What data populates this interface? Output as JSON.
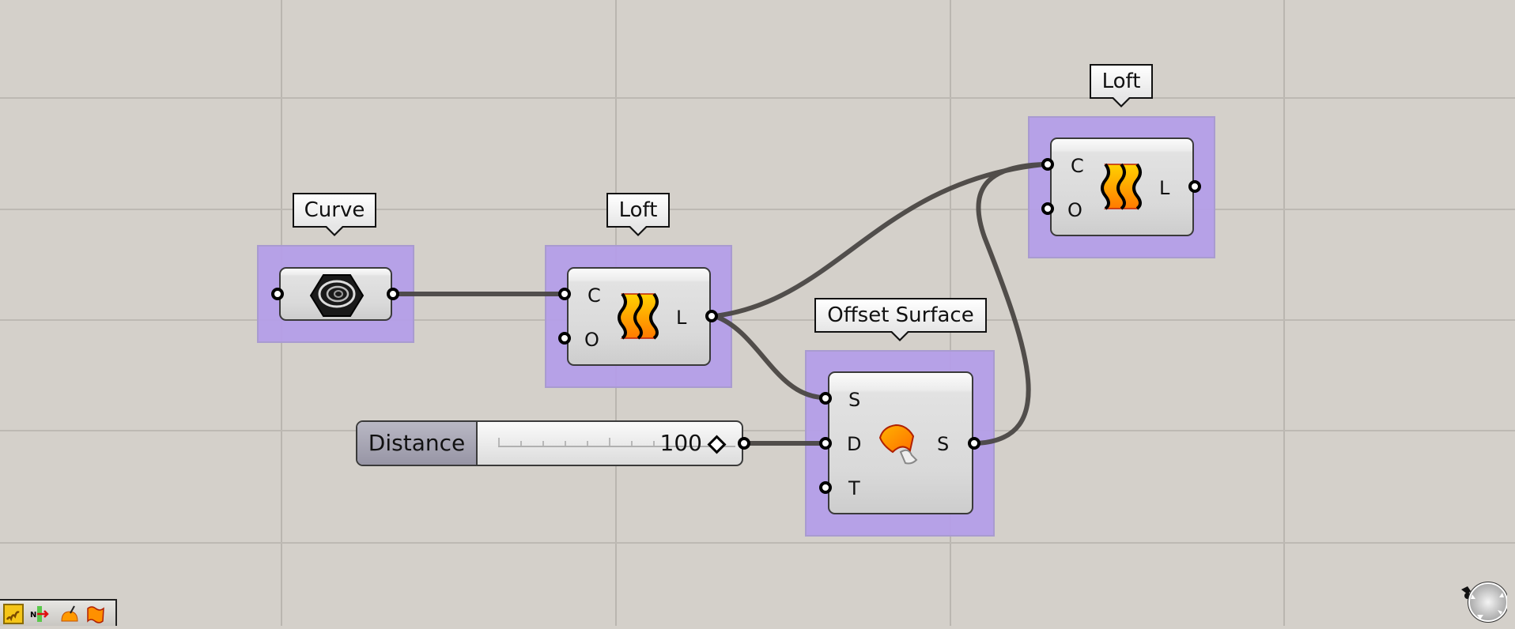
{
  "canvas": {
    "background": "#d4d0ca",
    "grid_color": "#bab6b0",
    "grid_x": [
      356,
      779,
      1202,
      1624
    ],
    "grid_y": [
      124,
      265,
      405,
      545,
      687
    ]
  },
  "group_color": "#b49ee8",
  "wire_color": "#4a4744",
  "components": {
    "curve": {
      "tag": "Curve",
      "icon": "curve-param-icon"
    },
    "loft1": {
      "tag": "Loft",
      "inputs": [
        "C",
        "O"
      ],
      "outputs": [
        "L"
      ],
      "icon": "loft-icon"
    },
    "loft2": {
      "tag": "Loft",
      "inputs": [
        "C",
        "O"
      ],
      "outputs": [
        "L"
      ],
      "icon": "loft-icon"
    },
    "offset": {
      "tag": "Offset Surface",
      "inputs": [
        "S",
        "D",
        "T"
      ],
      "outputs": [
        "S"
      ],
      "icon": "offset-surface-icon"
    }
  },
  "slider": {
    "name": "Distance",
    "value": "100"
  },
  "toolbar": {
    "items": [
      {
        "name": "sketch-tool",
        "icon": "sketch-icon",
        "active": true
      },
      {
        "name": "normal-tool",
        "icon": "normal-arrow-icon",
        "active": false
      },
      {
        "name": "bake-tool",
        "icon": "bake-icon",
        "active": false
      },
      {
        "name": "surface-tool",
        "icon": "surface-flag-icon",
        "active": false
      }
    ]
  },
  "navigator": {
    "icon": "navigation-ball-icon"
  }
}
